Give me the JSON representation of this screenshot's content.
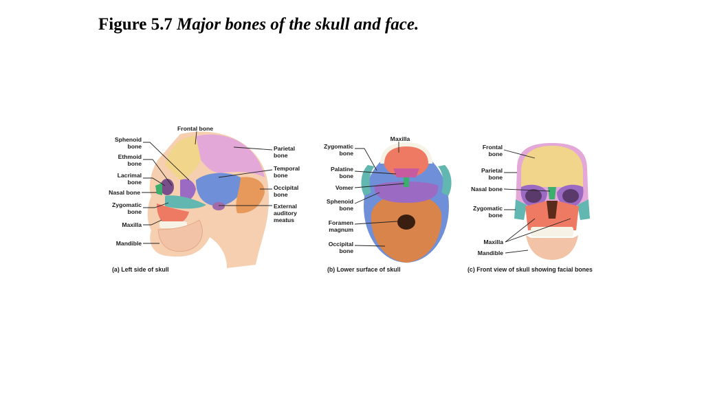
{
  "title": {
    "prefix": "Figure 5.7",
    "italic": "Major bones of the skull and face."
  },
  "panel_a": {
    "caption_letter": "(a)",
    "caption": "Left side of skull",
    "labels": {
      "frontal": "Frontal bone",
      "sphenoid_1": "Sphenoid",
      "sphenoid_2": "bone",
      "ethmoid_1": "Ethmoid",
      "ethmoid_2": "bone",
      "lacrimal_1": "Lacrimal",
      "lacrimal_2": "bone",
      "nasal": "Nasal bone",
      "zygomatic_1": "Zygomatic",
      "zygomatic_2": "bone",
      "maxilla": "Maxilla",
      "mandible": "Mandible",
      "parietal_1": "Parietal",
      "parietal_2": "bone",
      "temporal_1": "Temporal",
      "temporal_2": "bone",
      "occipital_1": "Occipital",
      "occipital_2": "bone",
      "ext_1": "External",
      "ext_2": "auditory",
      "ext_3": "meatus"
    }
  },
  "panel_b": {
    "caption_letter": "(b)",
    "caption": "Lower surface of skull",
    "labels": {
      "maxilla": "Maxilla",
      "zygomatic_1": "Zygomatic",
      "zygomatic_2": "bone",
      "palatine_1": "Palatine",
      "palatine_2": "bone",
      "vomer": "Vomer",
      "sphenoid_1": "Sphenoid",
      "sphenoid_2": "bone",
      "foramen_1": "Foramen",
      "foramen_2": "magnum",
      "occipital_1": "Occipital",
      "occipital_2": "bone"
    }
  },
  "panel_c": {
    "caption_letter": "(c)",
    "caption": "Front view of skull showing facial bones",
    "labels": {
      "frontal_1": "Frontal",
      "frontal_2": "bone",
      "parietal_1": "Parietal",
      "parietal_2": "bone",
      "nasal": "Nasal bone",
      "zygomatic_1": "Zygomatic",
      "zygomatic_2": "bone",
      "maxilla": "Maxilla",
      "mandible": "Mandible"
    }
  },
  "colors": {
    "frontal": "#f0d58a",
    "parietal": "#e4a8d8",
    "temporal": "#6f8fd8",
    "occipital": "#e6995a",
    "sphenoid": "#9b6bc4",
    "zygomatic": "#62b8b0",
    "maxilla": "#ef7a64",
    "mandible": "#f2c3a6",
    "nasal": "#3cae6e",
    "skin": "#f6cfb1"
  }
}
